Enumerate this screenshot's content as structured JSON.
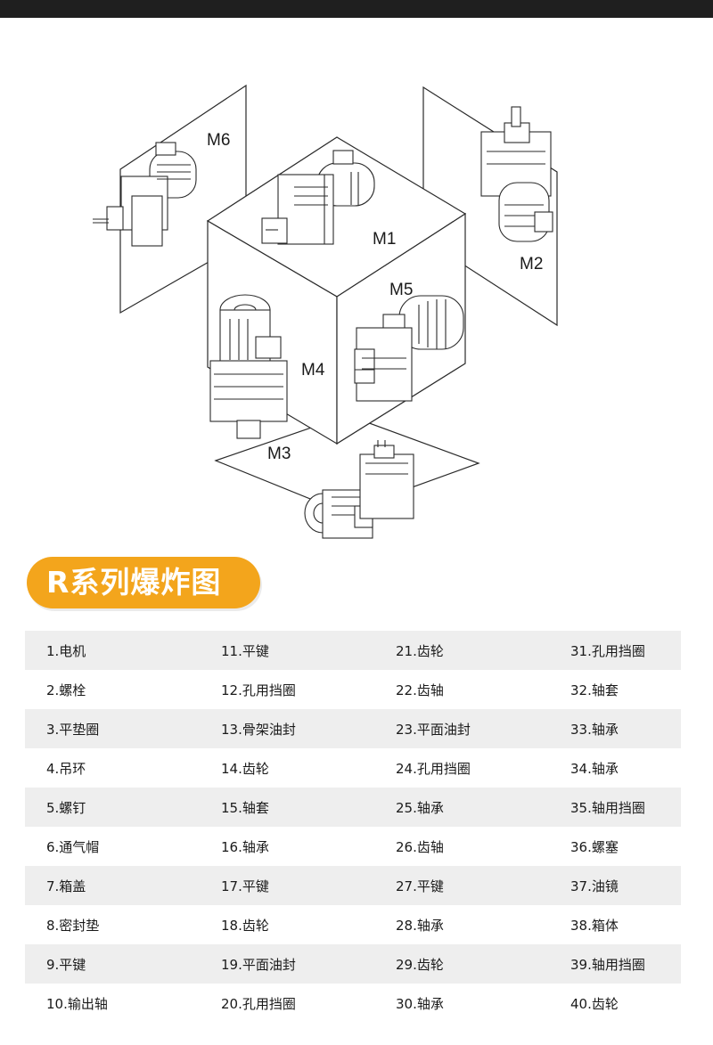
{
  "diagram": {
    "mount_labels": [
      "M6",
      "M1",
      "M2",
      "M5",
      "M4",
      "M3"
    ]
  },
  "title": "R系列爆炸图",
  "colors": {
    "accent": "#f3a51c",
    "row_shade": "#eeeeee",
    "top_bar": "#1f1f1f"
  },
  "parts": [
    [
      "1.电机",
      "11.平键",
      "21.齿轮",
      "31.孔用挡圈"
    ],
    [
      "2.螺栓",
      "12.孔用挡圈",
      "22.齿轴",
      "32.轴套"
    ],
    [
      "3.平垫圈",
      "13.骨架油封",
      "23.平面油封",
      "33.轴承"
    ],
    [
      "4.吊环",
      "14.齿轮",
      "24.孔用挡圈",
      "34.轴承"
    ],
    [
      "5.螺钉",
      "15.轴套",
      "25.轴承",
      "35.轴用挡圈"
    ],
    [
      "6.通气帽",
      "16.轴承",
      "26.齿轴",
      "36.螺塞"
    ],
    [
      "7.箱盖",
      "17.平键",
      "27.平键",
      "37.油镜"
    ],
    [
      "8.密封垫",
      "18.齿轮",
      "28.轴承",
      "38.箱体"
    ],
    [
      "9.平键",
      "19.平面油封",
      "29.齿轮",
      "39.轴用挡圈"
    ],
    [
      "10.输出轴",
      "20.孔用挡圈",
      "30.轴承",
      "40.齿轮"
    ]
  ]
}
